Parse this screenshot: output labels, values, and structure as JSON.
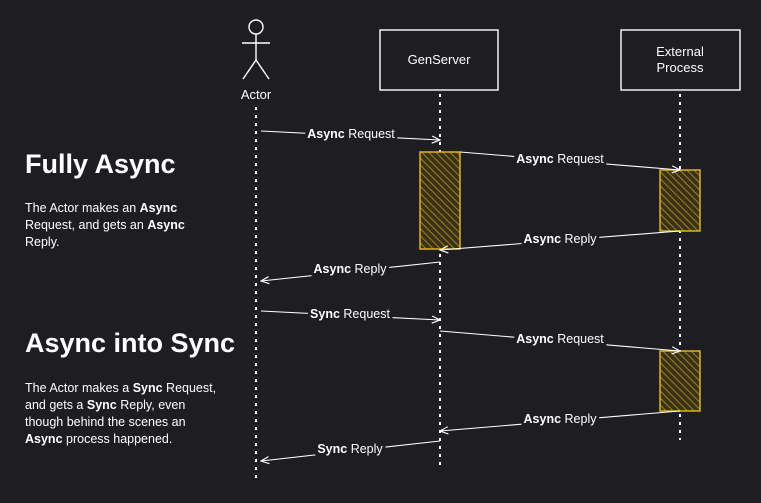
{
  "participants": {
    "actor": "Actor",
    "genserver": "GenServer",
    "external_line1": "External",
    "external_line2": "Process"
  },
  "sections": {
    "fully_async": {
      "heading": "Fully Async",
      "desc": [
        [
          {
            "t": "The Actor makes an ",
            "b": false
          },
          {
            "t": "Async",
            "b": true
          }
        ],
        [
          {
            "t": "Request, and gets an ",
            "b": false
          },
          {
            "t": "Async",
            "b": true
          }
        ],
        [
          {
            "t": "Reply.",
            "b": false
          }
        ]
      ]
    },
    "async_into_sync": {
      "heading": "Async into Sync",
      "desc": [
        [
          {
            "t": "The Actor makes a ",
            "b": false
          },
          {
            "t": "Sync",
            "b": true
          },
          {
            "t": " Request,",
            "b": false
          }
        ],
        [
          {
            "t": "and gets a ",
            "b": false
          },
          {
            "t": "Sync",
            "b": true
          },
          {
            "t": " Reply, even",
            "b": false
          }
        ],
        [
          {
            "t": "though behind the scenes an",
            "b": false
          }
        ],
        [
          {
            "t": "Async",
            "b": true
          },
          {
            "t": " process happened.",
            "b": false
          }
        ]
      ]
    }
  },
  "messages": [
    {
      "mode": "Async",
      "kind": "Request"
    },
    {
      "mode": "Async",
      "kind": "Request"
    },
    {
      "mode": "Async",
      "kind": "Reply"
    },
    {
      "mode": "Async",
      "kind": "Reply"
    },
    {
      "mode": "Sync",
      "kind": "Request"
    },
    {
      "mode": "Async",
      "kind": "Request"
    },
    {
      "mode": "Async",
      "kind": "Reply"
    },
    {
      "mode": "Sync",
      "kind": "Reply"
    }
  ],
  "colors": {
    "background": "#1e1d22",
    "foreground": "#ffffff",
    "activation": "#d9b51c"
  }
}
